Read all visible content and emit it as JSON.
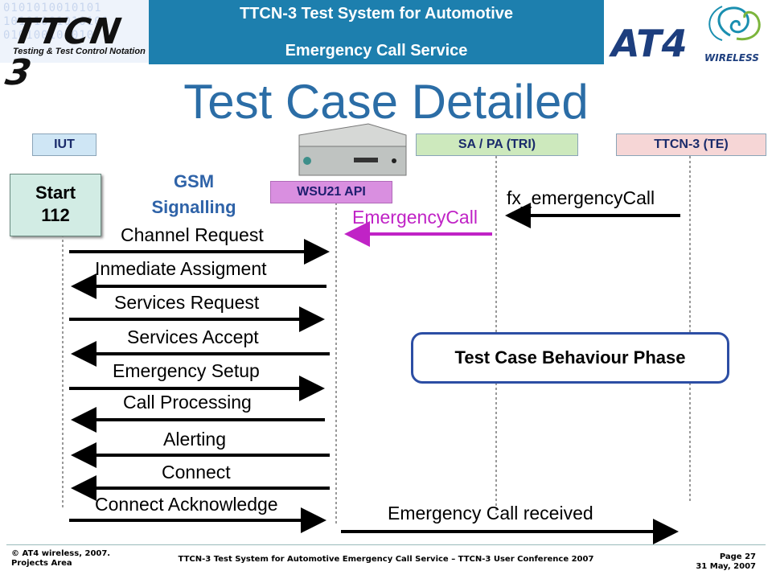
{
  "header": {
    "left_logo": {
      "wordmark": "TTCN 3",
      "tagline": "Testing & Test Control Notation"
    },
    "title_line1": "TTCN-3 Test System for Automotive",
    "title_line2": "Emergency Call Service",
    "right_logo": {
      "wordmark": "AT4",
      "subtitle": "WIRELESS"
    }
  },
  "slide_title": "Test Case Detailed",
  "lifelines": {
    "iut": "IUT",
    "sa_pa": "SA / PA (TRI)",
    "ttcn3": "TTCN-3 (TE)",
    "wsu": "WSU21 API"
  },
  "start_box": {
    "line1": "Start",
    "line2": "112"
  },
  "signalling_label": {
    "line1": "GSM",
    "line2": "Signalling"
  },
  "messages": {
    "fx_emergency_call": "fx_emergencyCall",
    "emergency_call": "EmergencyCall",
    "channel_request": "Channel Request",
    "immediate_assignment": "Inmediate Assigment",
    "services_request": "Services Request",
    "services_accept": "Services Accept",
    "emergency_setup": "Emergency Setup",
    "call_processing": "Call Processing",
    "alerting": "Alerting",
    "connect": "Connect",
    "connect_acknowledge": "Connect Acknowledge",
    "emergency_call_received": "Emergency Call received"
  },
  "phase_box": "Test Case Behaviour Phase",
  "footer": {
    "left_line1": "© AT4 wireless, 2007.",
    "left_line2": "Projects Area",
    "center": "TTCN-3 Test System for Automotive Emergency Call Service – TTCN-3 User Conference 2007",
    "right_line1": "Page 27",
    "right_line2": "31 May, 2007"
  },
  "colors": {
    "header_bar": "#1d7fae",
    "title": "#2b6da6",
    "signalling": "#2f63a8",
    "tri_arrow": "#c023c6",
    "phase_border": "#2c4ea4"
  }
}
